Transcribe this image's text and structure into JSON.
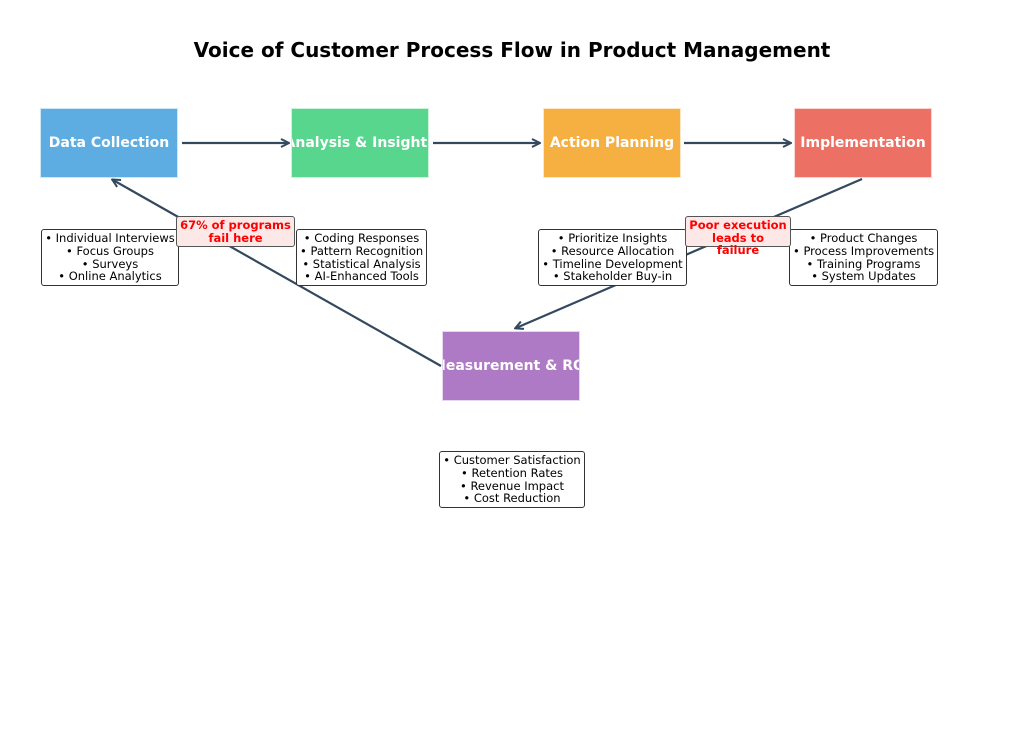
{
  "title": "Voice of Customer Process Flow in Product Management",
  "stages": [
    {
      "label": "Data Collection",
      "color": "#5DADE2",
      "details": [
        "• Individual Interviews",
        "• Focus Groups",
        "• Surveys",
        "• Online Analytics"
      ]
    },
    {
      "label": "Analysis & Insights",
      "color": "#58D68D",
      "details": [
        "• Coding Responses",
        "• Pattern Recognition",
        "• Statistical Analysis",
        "• AI-Enhanced Tools"
      ]
    },
    {
      "label": "Action Planning",
      "color": "#F5B041",
      "details": [
        "• Prioritize Insights",
        "• Resource Allocation",
        "• Timeline Development",
        "• Stakeholder Buy-in"
      ]
    },
    {
      "label": "Implementation",
      "color": "#EC7063",
      "details": [
        "• Product Changes",
        "• Process Improvements",
        "• Training Programs",
        "• System Updates"
      ]
    },
    {
      "label": "Measurement & ROI",
      "color": "#AF7AC5",
      "details": [
        "• Customer Satisfaction",
        "• Retention Rates",
        "• Revenue Impact",
        "• Cost Reduction"
      ]
    }
  ],
  "callouts": [
    {
      "text": [
        "67% of programs",
        "fail here"
      ]
    },
    {
      "text": [
        "Poor execution",
        "leads to failure"
      ]
    }
  ],
  "arrow_color": "#34495E"
}
